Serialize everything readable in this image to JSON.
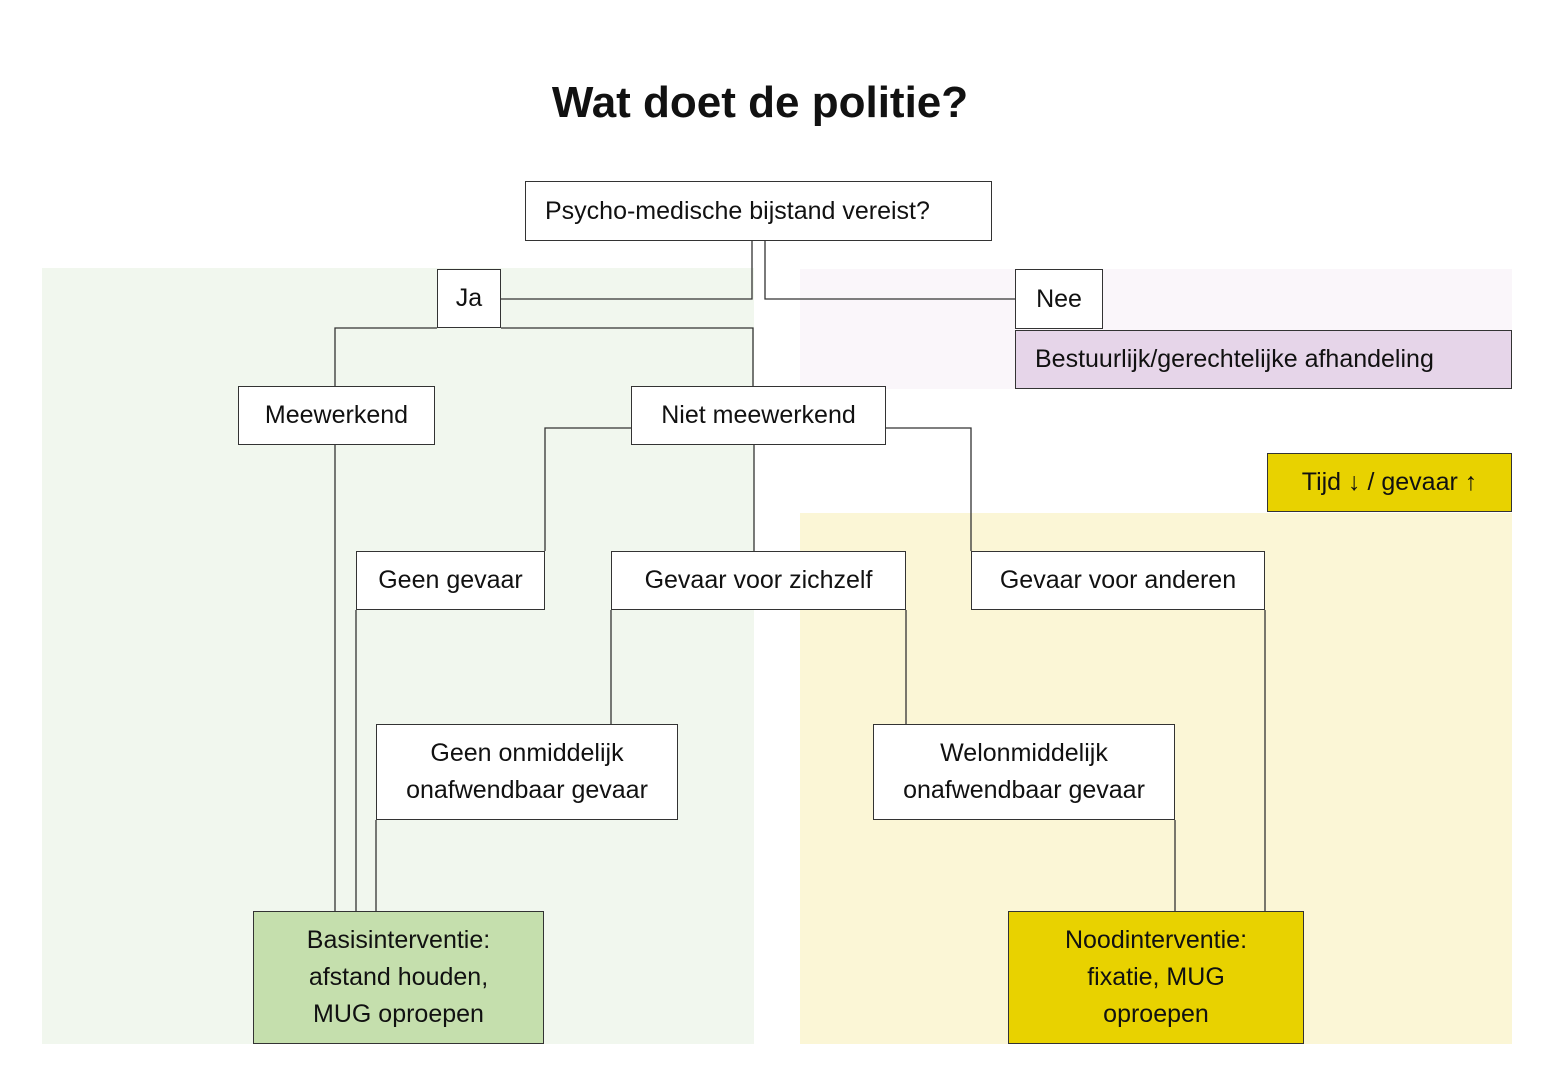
{
  "title": "Wat doet de politie?",
  "nodes": {
    "root": "Psycho-medische bijstand vereist?",
    "ja": "Ja",
    "nee": "Nee",
    "bestuurlijk": "Bestuurlijk/gerechtelijke afhandeling",
    "meewerkend": "Meewerkend",
    "niet_meewerkend": "Niet meewerkend",
    "tijd_gevaar": "Tijd ↓ / gevaar ↑",
    "geen_gevaar": "Geen gevaar",
    "gevaar_zichzelf": "Gevaar voor zichzelf",
    "gevaar_anderen": "Gevaar voor anderen",
    "geen_onmiddelijk": "Geen onmiddelijk\nonafwendbaar gevaar",
    "wel_onmiddelijk": "Welonmiddelijk\nonafwendbaar gevaar",
    "basisinterventie": "Basisinterventie:\nafstand houden,\nMUG oproepen",
    "noodinterventie": "Noodinterventie:\nfixatie, MUG\noproepen"
  },
  "colors": {
    "zone_green": "#f1f7ee",
    "zone_pink": "#faf6fa",
    "zone_yellow": "#fbf6d6",
    "box_purple": "#e6d5e9",
    "box_gold": "#e8d200",
    "box_green": "#c5dfad"
  }
}
